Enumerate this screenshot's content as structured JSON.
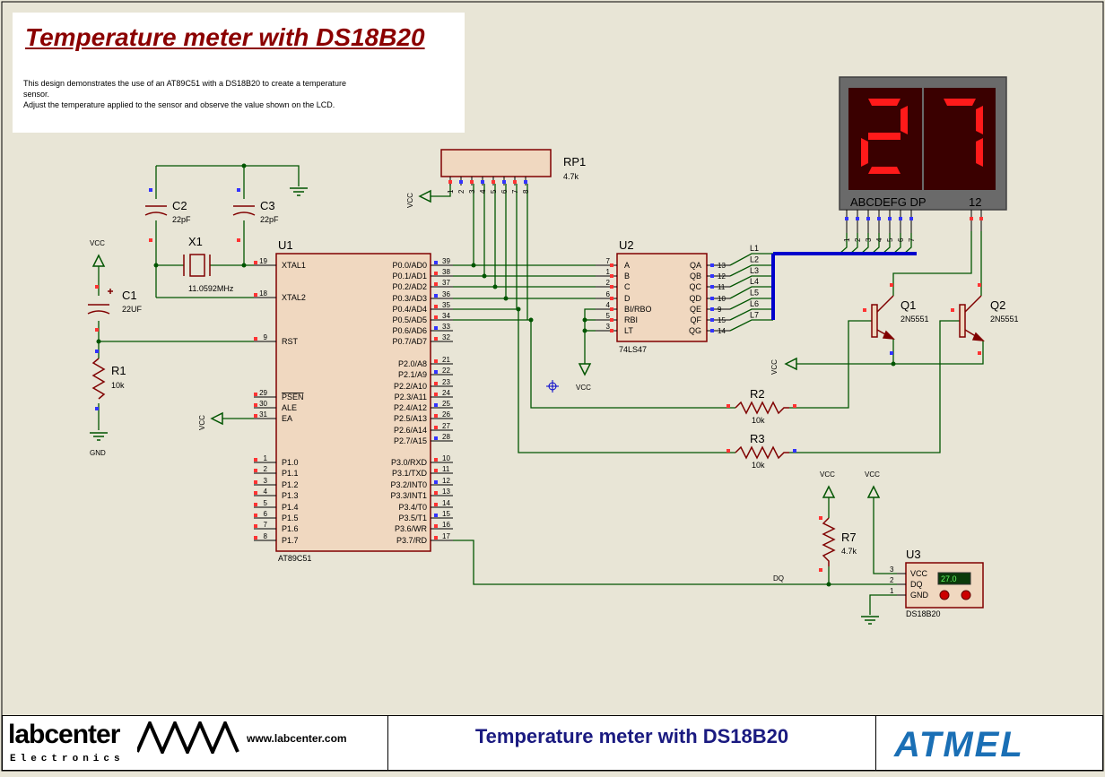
{
  "info": {
    "title": "Temperature meter with DS18B20",
    "line1": "This design demonstrates the use of an AT89C51 with a DS18B20 to create a temperature",
    "line2": "sensor.",
    "line3": "Adjust the temperature applied to the sensor and observe the value shown on the LCD."
  },
  "components": {
    "u1": {
      "ref": "U1",
      "part": "AT89C51",
      "left_pins": [
        {
          "num": "19",
          "name": "XTAL1"
        },
        {
          "num": "18",
          "name": "XTAL2"
        },
        {
          "num": "9",
          "name": "RST"
        },
        {
          "num": "29",
          "name": "PSEN"
        },
        {
          "num": "30",
          "name": "ALE"
        },
        {
          "num": "31",
          "name": "EA"
        },
        {
          "num": "1",
          "name": "P1.0"
        },
        {
          "num": "2",
          "name": "P1.1"
        },
        {
          "num": "3",
          "name": "P1.2"
        },
        {
          "num": "4",
          "name": "P1.3"
        },
        {
          "num": "5",
          "name": "P1.4"
        },
        {
          "num": "6",
          "name": "P1.5"
        },
        {
          "num": "7",
          "name": "P1.6"
        },
        {
          "num": "8",
          "name": "P1.7"
        }
      ],
      "right_pins": [
        {
          "num": "39",
          "name": "P0.0/AD0"
        },
        {
          "num": "38",
          "name": "P0.1/AD1"
        },
        {
          "num": "37",
          "name": "P0.2/AD2"
        },
        {
          "num": "36",
          "name": "P0.3/AD3"
        },
        {
          "num": "35",
          "name": "P0.4/AD4"
        },
        {
          "num": "34",
          "name": "P0.5/AD5"
        },
        {
          "num": "33",
          "name": "P0.6/AD6"
        },
        {
          "num": "32",
          "name": "P0.7/AD7"
        },
        {
          "num": "21",
          "name": "P2.0/A8"
        },
        {
          "num": "22",
          "name": "P2.1/A9"
        },
        {
          "num": "23",
          "name": "P2.2/A10"
        },
        {
          "num": "24",
          "name": "P2.3/A11"
        },
        {
          "num": "25",
          "name": "P2.4/A12"
        },
        {
          "num": "26",
          "name": "P2.5/A13"
        },
        {
          "num": "27",
          "name": "P2.6/A14"
        },
        {
          "num": "28",
          "name": "P2.7/A15"
        },
        {
          "num": "10",
          "name": "P3.0/RXD"
        },
        {
          "num": "11",
          "name": "P3.1/TXD"
        },
        {
          "num": "12",
          "name": "P3.2/INT0"
        },
        {
          "num": "13",
          "name": "P3.3/INT1"
        },
        {
          "num": "14",
          "name": "P3.4/T0"
        },
        {
          "num": "15",
          "name": "P3.5/T1"
        },
        {
          "num": "16",
          "name": "P3.6/WR"
        },
        {
          "num": "17",
          "name": "P3.7/RD"
        }
      ]
    },
    "u2": {
      "ref": "U2",
      "part": "74LS47",
      "left_pins": [
        {
          "num": "7",
          "name": "A"
        },
        {
          "num": "1",
          "name": "B"
        },
        {
          "num": "2",
          "name": "C"
        },
        {
          "num": "6",
          "name": "D"
        },
        {
          "num": "4",
          "name": "BI/RBO"
        },
        {
          "num": "5",
          "name": "RBI"
        },
        {
          "num": "3",
          "name": "LT"
        }
      ],
      "right_pins": [
        {
          "num": "13",
          "name": "QA"
        },
        {
          "num": "12",
          "name": "QB"
        },
        {
          "num": "11",
          "name": "QC"
        },
        {
          "num": "10",
          "name": "QD"
        },
        {
          "num": "9",
          "name": "QE"
        },
        {
          "num": "15",
          "name": "QF"
        },
        {
          "num": "14",
          "name": "QG"
        }
      ]
    },
    "u3": {
      "ref": "U3",
      "part": "DS18B20",
      "pins": [
        {
          "num": "3",
          "name": "VCC"
        },
        {
          "num": "2",
          "name": "DQ"
        },
        {
          "num": "1",
          "name": "GND"
        }
      ],
      "reading": "27.0"
    },
    "rp1": {
      "ref": "RP1",
      "value": "4.7k",
      "pins": [
        "1",
        "2",
        "3",
        "4",
        "5",
        "6",
        "7",
        "8"
      ]
    },
    "c1": {
      "ref": "C1",
      "value": "22UF"
    },
    "c2": {
      "ref": "C2",
      "value": "22pF"
    },
    "c3": {
      "ref": "C3",
      "value": "22pF"
    },
    "x1": {
      "ref": "X1",
      "value": "11.0592MHz"
    },
    "r1": {
      "ref": "R1",
      "value": "10k"
    },
    "r2": {
      "ref": "R2",
      "value": "10k"
    },
    "r3": {
      "ref": "R3",
      "value": "10k"
    },
    "r7": {
      "ref": "R7",
      "value": "4.7k"
    },
    "q1": {
      "ref": "Q1",
      "value": "2N5551"
    },
    "q2": {
      "ref": "Q2",
      "value": "2N5551"
    },
    "display": {
      "digits": "27",
      "segment_label": "ABCDEFG DP",
      "digit_label": "12",
      "pins": [
        "1",
        "2",
        "3",
        "4",
        "5",
        "6",
        "7"
      ]
    }
  },
  "nets": {
    "vcc": "VCC",
    "gnd": "GND",
    "dq": "DQ",
    "bus": [
      "L1",
      "L2",
      "L3",
      "L4",
      "L5",
      "L6",
      "L7"
    ]
  },
  "footer": {
    "brand": "labcenter",
    "brand_sub": "Electronics",
    "url": "www.labcenter.com",
    "title": "Temperature meter with DS18B20",
    "vendor": "ATMEL"
  },
  "colors": {
    "background": "#e8e5d6",
    "wire": "#005500",
    "body": "#f0d8c0",
    "outline": "#800000",
    "bus": "#0000cc",
    "title": "#8b0000",
    "footer_title": "#1a1a80"
  }
}
